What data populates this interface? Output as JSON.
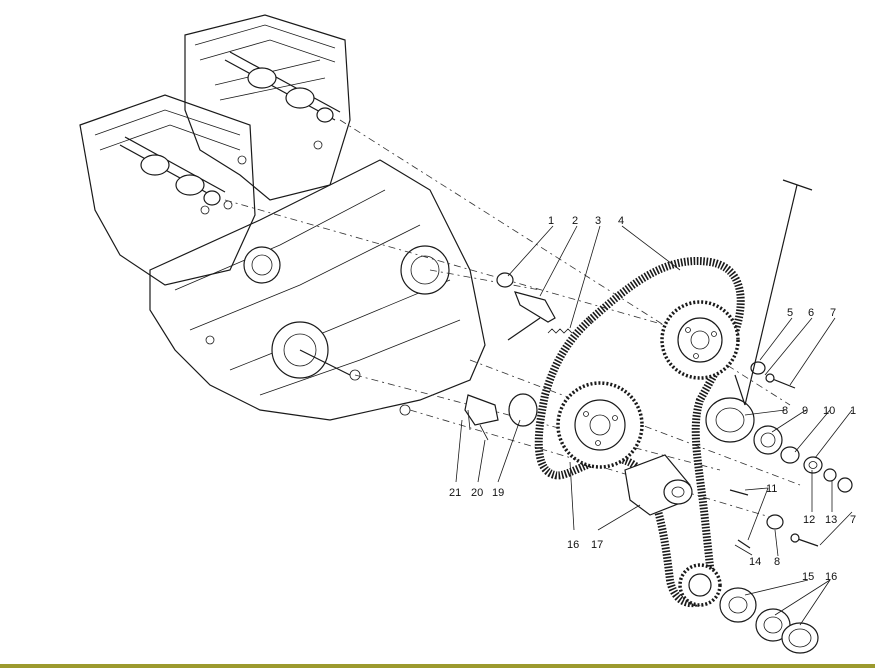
{
  "callouts": [
    {
      "id": "c1a",
      "text": "1"
    },
    {
      "id": "c2",
      "text": "2"
    },
    {
      "id": "c3",
      "text": "3"
    },
    {
      "id": "c4",
      "text": "4"
    },
    {
      "id": "c5",
      "text": "5"
    },
    {
      "id": "c6",
      "text": "6"
    },
    {
      "id": "c7a",
      "text": "7"
    },
    {
      "id": "c8a",
      "text": "8"
    },
    {
      "id": "c9",
      "text": "9"
    },
    {
      "id": "c10",
      "text": "10"
    },
    {
      "id": "c1b",
      "text": "1"
    },
    {
      "id": "c11",
      "text": "11"
    },
    {
      "id": "c12",
      "text": "12"
    },
    {
      "id": "c13",
      "text": "13"
    },
    {
      "id": "c7b",
      "text": "7"
    },
    {
      "id": "c8b",
      "text": "8"
    },
    {
      "id": "c14",
      "text": "14"
    },
    {
      "id": "c15",
      "text": "15"
    },
    {
      "id": "c16a",
      "text": "16"
    },
    {
      "id": "c16b",
      "text": "16"
    },
    {
      "id": "c17",
      "text": "17"
    },
    {
      "id": "c19",
      "text": "19"
    },
    {
      "id": "c20",
      "text": "20"
    },
    {
      "id": "c21",
      "text": "21"
    }
  ],
  "colors": {
    "ink": "#1a1a1a",
    "paper": "#ffffff",
    "bottom_strip": "#9c9a2e"
  }
}
